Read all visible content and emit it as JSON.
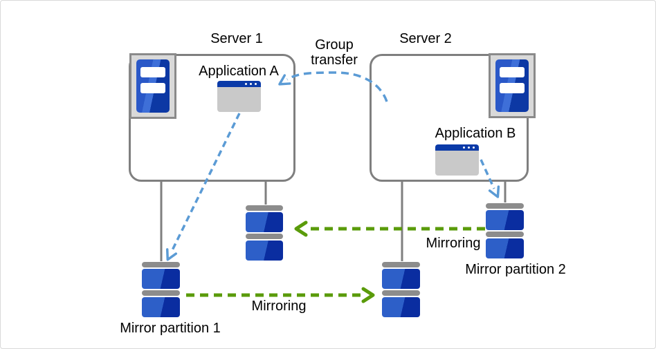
{
  "diagram": {
    "servers": [
      {
        "id": "server1",
        "label": "Server 1",
        "app": {
          "label": "Application A"
        }
      },
      {
        "id": "server2",
        "label": "Server 2",
        "app": {
          "label": "Application B"
        }
      }
    ],
    "partitions": [
      {
        "id": "mirror-partition-1",
        "label": "Mirror partition 1"
      },
      {
        "id": "mirror-partition-2",
        "label": "Mirror partition 2"
      }
    ],
    "edges": {
      "group_transfer": {
        "label": "Group\ntransfer",
        "style": "blue-dashed-curved-arrow",
        "from": "server2",
        "to": "server1"
      },
      "mirroring_top": {
        "label": "Mirroring",
        "style": "green-dashed-arrow",
        "direction": "right-to-left"
      },
      "mirroring_bottom": {
        "label": "Mirroring",
        "style": "green-dashed-arrow",
        "direction": "left-to-right"
      },
      "app_a_to_partition1": {
        "style": "blue-dashed-arrow"
      },
      "app_b_to_partition2": {
        "style": "blue-dashed-arrow"
      }
    }
  },
  "icons": {
    "server": "server-tower-icon",
    "application": "app-window-icon",
    "disk": "disk-stack-icon"
  },
  "colors": {
    "box-border": "#7f7f7f",
    "connector-gray": "#7f7f7f",
    "chassis-fill": "#d9d9d9",
    "chassis-border": "#8a8a8a",
    "tower-blue-light": "#2a58c8",
    "tower-blue-dark": "#0c38a4",
    "disk-blue-light": "#2d5fc8",
    "disk-blue-dark": "#0a2da0",
    "disk-cap-gray": "#8c8c8c",
    "app-titlebar-blue": "#0a3aa8",
    "app-body-gray": "#c9c9c9",
    "arrow-green": "#5a9b0a",
    "arrow-blue": "#5b9bd5",
    "text": "#000000",
    "outer-border": "#d9d9d9"
  }
}
